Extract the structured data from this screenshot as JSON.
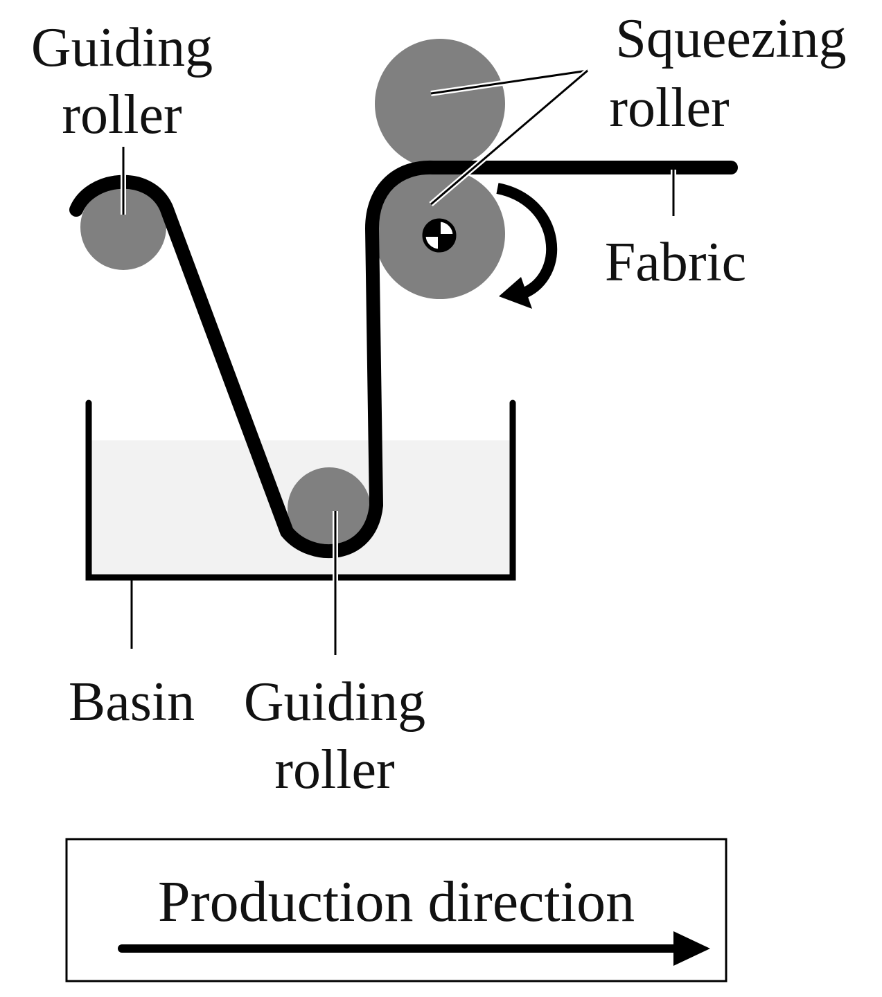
{
  "labels": {
    "guiding_roller_top_line1": "Guiding",
    "guiding_roller_top_line2": "roller",
    "squeezing_roller_line1": "Squeezing",
    "squeezing_roller_line2": "roller",
    "fabric": "Fabric",
    "basin": "Basin",
    "guiding_roller_bottom_line1": "Guiding",
    "guiding_roller_bottom_line2": "roller",
    "production_direction": "Production direction"
  },
  "colors": {
    "roller": "#808080",
    "fabric": "#000000",
    "liquid": "#f2f2f2",
    "outline": "#000000"
  }
}
